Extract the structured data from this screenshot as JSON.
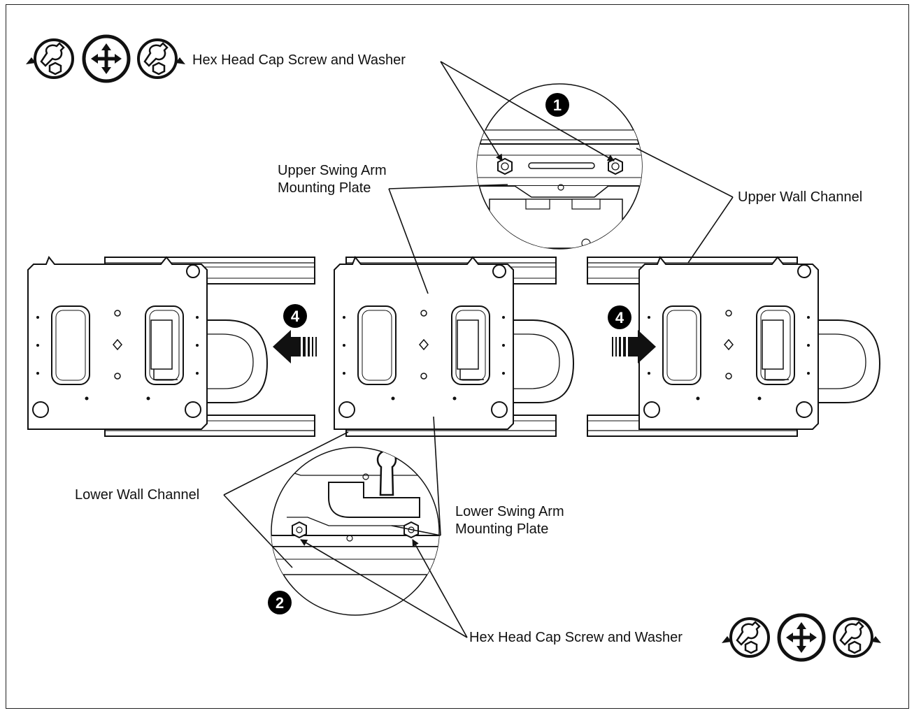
{
  "labels": {
    "upper_screw": "Hex Head Cap Screw and Washer",
    "upper_plate": "Upper Swing Arm\nMounting Plate",
    "upper_channel": "Upper Wall Channel",
    "lower_channel": "Lower Wall Channel",
    "lower_plate": "Lower Swing Arm\nMounting Plate",
    "lower_screw": "Hex Head Cap Screw and Washer"
  },
  "callouts": {
    "detail_1": "1",
    "detail_2": "2",
    "step_left": "4",
    "step_right": "4"
  },
  "icons": {
    "top_left": [
      "loosen-wrench-icon",
      "adjust-move-icon",
      "tighten-wrench-icon"
    ],
    "bottom_right": [
      "loosen-wrench-icon",
      "adjust-move-icon",
      "tighten-wrench-icon"
    ]
  },
  "colors": {
    "line": "#1a1a1a",
    "callout_fill": "#000000"
  }
}
